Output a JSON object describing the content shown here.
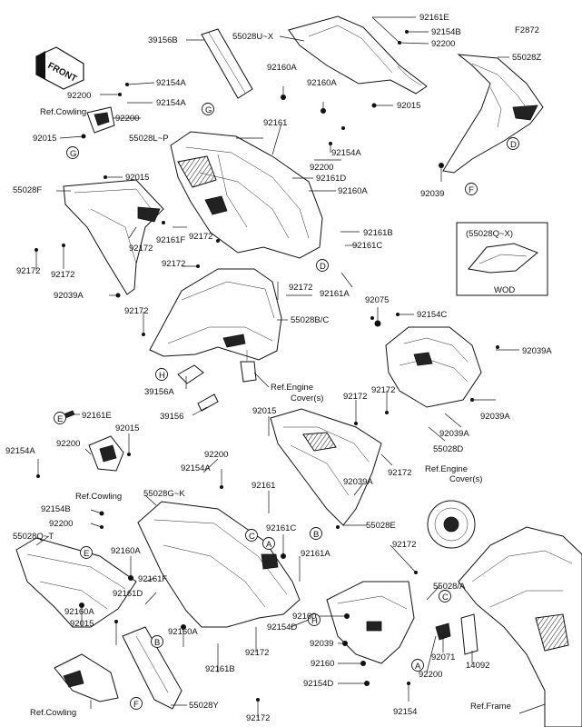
{
  "figure_code": "F2872",
  "front_label": "FRONT",
  "callouts": {
    "A": "A",
    "B": "B",
    "C": "C",
    "D": "D",
    "E": "E",
    "F": "F",
    "G": "G",
    "H": "H"
  },
  "inset": {
    "title": "(55028Q~X)",
    "note": "WOD"
  },
  "labels": {
    "l92161E_top": "92161E",
    "l92154B_top": "92154B",
    "l92200_top": "92200",
    "l55028UX": "55028U~X",
    "l39156B": "39156B",
    "l55028Z": "55028Z",
    "l92154A_1": "92154A",
    "l92200_1": "92200",
    "l92154A_2": "92154A",
    "lRefCowl_1": "Ref.Cowling",
    "l92200_2": "92200",
    "l92160A_1": "92160A",
    "l92160A_2": "92160A",
    "l92015_1": "92015",
    "l92015_2": "92015",
    "l55028LP": "55028L~P",
    "l92161_1": "92161",
    "l92154A_3": "92154A",
    "l92200_3": "92200",
    "l92161D_1": "92161D",
    "l92160A_3": "92160A",
    "l92039_1": "92039",
    "l92015_3": "92015",
    "l55028F": "55028F",
    "l92172_1": "92172",
    "l92161F_1": "92161F",
    "l92172_2": "92172",
    "l92161B_1": "92161B",
    "l92161C_1": "92161C",
    "l92172_3": "92172",
    "l92172_4": "92172",
    "l92172_5": "92172",
    "l92039A_1": "92039A",
    "l92161A_1": "92161A",
    "l92172_6": "92172",
    "l92075": "92075",
    "l92154C": "92154C",
    "l92172_7": "92172",
    "l55028BC": "55028B/C",
    "l92039A_2": "92039A",
    "l39156A_1": "39156A",
    "lRefEngine_1": "Ref.Engine",
    "lCovers_1": "Cover(s)",
    "l92172_8": "92172",
    "l92172_9": "92172",
    "l92039A_3": "92039A",
    "l39156": "39156",
    "l92161E_2": "92161E",
    "l92015_4": "92015",
    "l92015_5": "92015",
    "l92039A_4": "92039A",
    "l55028D": "55028D",
    "l92154A_4": "92154A",
    "l92200_4": "92200",
    "l92172_10": "92172",
    "l92200_5": "92200",
    "l92154A_5": "92154A",
    "lRefCowl_2": "Ref.Cowling",
    "l92039A_5": "92039A",
    "lRefEngine_2": "Ref.Engine",
    "lCovers_2": "Cover(s)",
    "l55028K": "55028G~K",
    "l92161_2": "92161",
    "l92154B_2": "92154B",
    "l92200_6": "92200",
    "l55028E": "55028E",
    "l55028QT": "55028Q~T",
    "l92161C_2": "92161C",
    "l92160A_4": "92160A",
    "l92161A_2": "92161A",
    "l92172_11": "92172",
    "l92161F_2": "92161F",
    "l92161D_2": "92161D",
    "l55028A": "55028/A",
    "l92160A_5": "92160A",
    "l92015_6": "92015",
    "l92160A_6": "92160A",
    "l92160_1": "92160",
    "l92154D_1": "92154D",
    "l92172_12": "92172",
    "l92161B_2": "92161B",
    "l92039_2": "92039",
    "l92071": "92071",
    "l14092": "14092",
    "l92200_7": "92200",
    "l92160_2": "92160",
    "l92154D_2": "92154D",
    "l92172_13": "92172",
    "l55028Y": "55028Y",
    "lRefCowl_3": "Ref.Cowling",
    "l92154": "92154",
    "lRefFrame": "Ref.Frame"
  }
}
